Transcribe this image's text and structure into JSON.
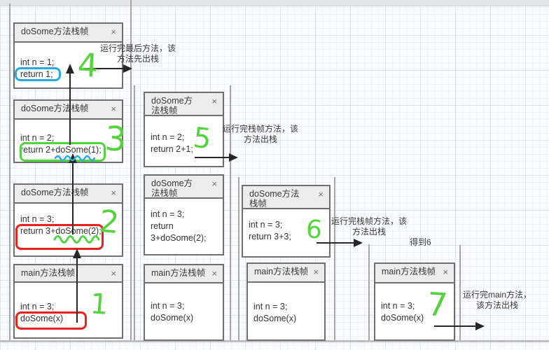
{
  "canvas": {
    "background": "#fafbfc",
    "grid_color": "#dfe5ec",
    "separator_color": "#a6a6a6"
  },
  "window_controls": {
    "close": "×"
  },
  "frames": [
    {
      "title": "doSome方法栈帧",
      "lines": [
        "int n = 1;",
        "return 1;"
      ]
    },
    {
      "title": "doSome方法栈帧",
      "lines": [
        "int n = 2;",
        "return 2+doSome(1);"
      ]
    },
    {
      "title": "doSome方法栈帧",
      "lines": [
        "int n = 3;",
        "return 3+doSome(2);"
      ]
    },
    {
      "title": "main方法栈帧",
      "lines": [
        "int n = 3;",
        "doSome(x)"
      ]
    },
    {
      "title": "doSome方法栈帧",
      "lines": [
        "int n = 2;",
        "return 2+1;"
      ]
    },
    {
      "title": "doSome方法栈帧",
      "lines": [
        "int n = 3;",
        "return 3+doSome(2);"
      ]
    },
    {
      "title": "main方法栈帧",
      "lines": [
        "int n = 3;",
        "doSome(x)"
      ]
    },
    {
      "title": "doSome方法栈帧",
      "lines": [
        "int n = 3;",
        "return 3+3;"
      ]
    },
    {
      "title": "main方法栈帧",
      "lines": [
        "int n = 3;",
        "doSome(x)"
      ]
    },
    {
      "title": "main方法栈帧",
      "lines": [
        "int n = 3;",
        "doSome(x)"
      ]
    }
  ],
  "annotations": {
    "pop_last": {
      "line1": "运行完最后方法，该",
      "line2": "方法先出栈"
    },
    "pop_frame_1": {
      "line1": "运行完栈帧方法，该",
      "line2": "方法出栈"
    },
    "pop_frame_2": {
      "line1": "运行完栈帧方法，该",
      "line2": "方法出栈"
    },
    "pop_main": {
      "line1": "运行完main方法，",
      "line2": "该方法出栈"
    },
    "result": "得到6"
  },
  "steps": [
    "1",
    "2",
    "3",
    "4",
    "5",
    "6",
    "7"
  ],
  "highlight_colors": {
    "blue": "#29a9e1",
    "green": "#4fd341",
    "red": "#e9211c",
    "step_green": "#55d33f"
  }
}
